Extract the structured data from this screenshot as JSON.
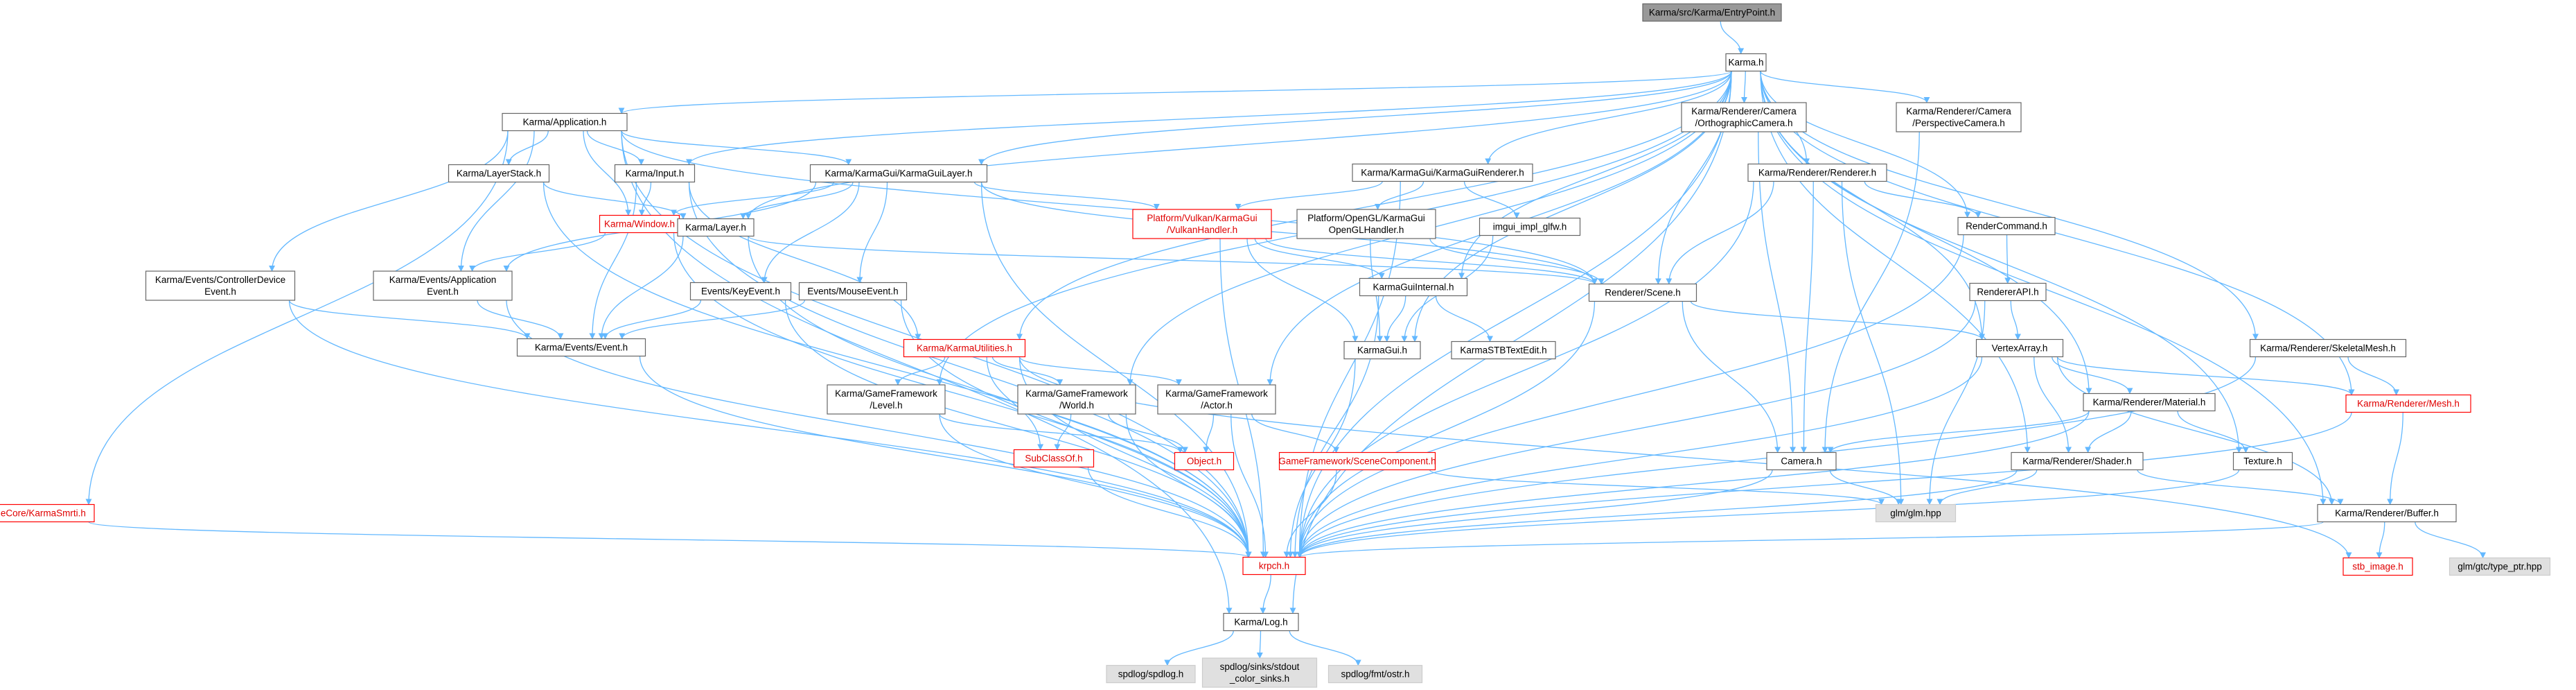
{
  "colors": {
    "edge": "#63b8ff",
    "node_border": "#666666",
    "node_fill": "#ffffff",
    "root_fill": "#999999",
    "external_fill": "#e0e0e0",
    "external_border": "#cccccc",
    "truncated_border": "#ff0000",
    "truncated_text": "#e00000"
  },
  "nodes": [
    {
      "id": "entry",
      "kind": "root",
      "lines": [
        "Karma/src/Karma/EntryPoint.h"
      ]
    },
    {
      "id": "karma",
      "kind": "normal",
      "lines": [
        "Karma.h"
      ]
    },
    {
      "id": "app",
      "kind": "normal",
      "lines": [
        "Karma/Application.h"
      ]
    },
    {
      "id": "camOrtho",
      "kind": "normal",
      "lines": [
        "Karma/Renderer/Camera",
        "/OrthographicCamera.h"
      ]
    },
    {
      "id": "camPersp",
      "kind": "normal",
      "lines": [
        "Karma/Renderer/Camera",
        "/PerspectiveCamera.h"
      ]
    },
    {
      "id": "layerStack",
      "kind": "normal",
      "lines": [
        "Karma/LayerStack.h"
      ]
    },
    {
      "id": "input",
      "kind": "normal",
      "lines": [
        "Karma/Input.h"
      ]
    },
    {
      "id": "guiLayer",
      "kind": "normal",
      "lines": [
        "Karma/KarmaGui/KarmaGuiLayer.h"
      ]
    },
    {
      "id": "guiRenderer",
      "kind": "normal",
      "lines": [
        "Karma/KarmaGui/KarmaGuiRenderer.h"
      ]
    },
    {
      "id": "rendererH",
      "kind": "normal",
      "lines": [
        "Karma/Renderer/Renderer.h"
      ]
    },
    {
      "id": "window",
      "kind": "red",
      "lines": [
        "Karma/Window.h"
      ]
    },
    {
      "id": "layer",
      "kind": "normal",
      "lines": [
        "Karma/Layer.h"
      ]
    },
    {
      "id": "vulkanGui",
      "kind": "red",
      "lines": [
        "Platform/Vulkan/KarmaGui",
        "/VulkanHandler.h"
      ]
    },
    {
      "id": "openglGui",
      "kind": "normal",
      "lines": [
        "Platform/OpenGL/KarmaGui",
        "OpenGLHandler.h"
      ]
    },
    {
      "id": "imguiGlfw",
      "kind": "normal",
      "lines": [
        "imgui_impl_glfw.h"
      ]
    },
    {
      "id": "renderCmd",
      "kind": "normal",
      "lines": [
        "RenderCommand.h"
      ]
    },
    {
      "id": "ctrlEvent",
      "kind": "normal",
      "lines": [
        "Karma/Events/ControllerDevice",
        "Event.h"
      ]
    },
    {
      "id": "appEvent",
      "kind": "normal",
      "lines": [
        "Karma/Events/Application",
        "Event.h"
      ]
    },
    {
      "id": "keyEvent",
      "kind": "normal",
      "lines": [
        "Events/KeyEvent.h"
      ]
    },
    {
      "id": "mouseEvent",
      "kind": "normal",
      "lines": [
        "Events/MouseEvent.h"
      ]
    },
    {
      "id": "guiInternal",
      "kind": "normal",
      "lines": [
        "KarmaGuiInternal.h"
      ]
    },
    {
      "id": "scene",
      "kind": "normal",
      "lines": [
        "Renderer/Scene.h"
      ]
    },
    {
      "id": "rendererAPI",
      "kind": "normal",
      "lines": [
        "RendererAPI.h"
      ]
    },
    {
      "id": "event",
      "kind": "normal",
      "lines": [
        "Karma/Events/Event.h"
      ]
    },
    {
      "id": "karmaGui",
      "kind": "normal",
      "lines": [
        "KarmaGui.h"
      ]
    },
    {
      "id": "stbTextEdit",
      "kind": "normal",
      "lines": [
        "KarmaSTBTextEdit.h"
      ]
    },
    {
      "id": "vertexArray",
      "kind": "normal",
      "lines": [
        "VertexArray.h"
      ]
    },
    {
      "id": "skeletalMesh",
      "kind": "normal",
      "lines": [
        "Karma/Renderer/SkeletalMesh.h"
      ]
    },
    {
      "id": "utilities",
      "kind": "red",
      "lines": [
        "Karma/KarmaUtilities.h"
      ]
    },
    {
      "id": "mesh",
      "kind": "red",
      "lines": [
        "Karma/Renderer/Mesh.h"
      ]
    },
    {
      "id": "level",
      "kind": "normal",
      "lines": [
        "Karma/GameFramework",
        "/Level.h"
      ]
    },
    {
      "id": "world",
      "kind": "normal",
      "lines": [
        "Karma/GameFramework",
        "/World.h"
      ]
    },
    {
      "id": "actor",
      "kind": "normal",
      "lines": [
        "Karma/GameFramework",
        "/Actor.h"
      ]
    },
    {
      "id": "material",
      "kind": "normal",
      "lines": [
        "Karma/Renderer/Material.h"
      ]
    },
    {
      "id": "subclass",
      "kind": "red",
      "lines": [
        "SubClassOf.h"
      ]
    },
    {
      "id": "object",
      "kind": "red",
      "lines": [
        "Object.h"
      ]
    },
    {
      "id": "sceneComp",
      "kind": "red",
      "lines": [
        "GameFramework/SceneComponent.h"
      ]
    },
    {
      "id": "camera",
      "kind": "normal",
      "lines": [
        "Camera.h"
      ]
    },
    {
      "id": "shader",
      "kind": "normal",
      "lines": [
        "Karma/Renderer/Shader.h"
      ]
    },
    {
      "id": "texture",
      "kind": "normal",
      "lines": [
        "Texture.h"
      ]
    },
    {
      "id": "smrti",
      "kind": "red",
      "lines": [
        "Core/TrueCore/KarmaSmrti.h"
      ]
    },
    {
      "id": "glm",
      "kind": "external",
      "lines": [
        "glm/glm.hpp"
      ]
    },
    {
      "id": "buffer",
      "kind": "normal",
      "lines": [
        "Karma/Renderer/Buffer.h"
      ]
    },
    {
      "id": "krpch",
      "kind": "red",
      "lines": [
        "krpch.h"
      ]
    },
    {
      "id": "stbImage",
      "kind": "red",
      "lines": [
        "stb_image.h"
      ]
    },
    {
      "id": "glmPtr",
      "kind": "external",
      "lines": [
        "glm/gtc/type_ptr.hpp"
      ]
    },
    {
      "id": "log",
      "kind": "normal",
      "lines": [
        "Karma/Log.h"
      ]
    },
    {
      "id": "spdlog",
      "kind": "external",
      "lines": [
        "spdlog/spdlog.h"
      ]
    },
    {
      "id": "stdoutSinks",
      "kind": "external",
      "lines": [
        "spdlog/sinks/stdout",
        "_color_sinks.h"
      ]
    },
    {
      "id": "fmtOstr",
      "kind": "external",
      "lines": [
        "spdlog/fmt/ostr.h"
      ]
    }
  ],
  "edges": [
    [
      "entry",
      "karma"
    ],
    [
      "karma",
      "app"
    ],
    [
      "karma",
      "camOrtho"
    ],
    [
      "karma",
      "camPersp"
    ],
    [
      "karma",
      "input"
    ],
    [
      "karma",
      "guiLayer"
    ],
    [
      "karma",
      "guiRenderer"
    ],
    [
      "karma",
      "rendererH"
    ],
    [
      "karma",
      "layer"
    ],
    [
      "karma",
      "renderCmd"
    ],
    [
      "karma",
      "scene"
    ],
    [
      "karma",
      "karmaGui"
    ],
    [
      "karma",
      "guiInternal"
    ],
    [
      "karma",
      "vertexArray"
    ],
    [
      "karma",
      "skeletalMesh"
    ],
    [
      "karma",
      "utilities"
    ],
    [
      "karma",
      "mesh"
    ],
    [
      "karma",
      "level"
    ],
    [
      "karma",
      "world"
    ],
    [
      "karma",
      "actor"
    ],
    [
      "karma",
      "material"
    ],
    [
      "karma",
      "shader"
    ],
    [
      "karma",
      "texture"
    ],
    [
      "karma",
      "buffer"
    ],
    [
      "karma",
      "krpch"
    ],
    [
      "karma",
      "log"
    ],
    [
      "app",
      "layerStack"
    ],
    [
      "app",
      "input"
    ],
    [
      "app",
      "guiLayer"
    ],
    [
      "app",
      "window"
    ],
    [
      "app",
      "appEvent"
    ],
    [
      "app",
      "ctrlEvent"
    ],
    [
      "app",
      "smrti"
    ],
    [
      "app",
      "scene"
    ],
    [
      "app",
      "krpch"
    ],
    [
      "app",
      "log"
    ],
    [
      "layerStack",
      "layer"
    ],
    [
      "layerStack",
      "krpch"
    ],
    [
      "input",
      "window"
    ],
    [
      "input",
      "event"
    ],
    [
      "input",
      "utilities"
    ],
    [
      "input",
      "krpch"
    ],
    [
      "guiLayer",
      "layer"
    ],
    [
      "guiLayer",
      "vulkanGui"
    ],
    [
      "guiLayer",
      "appEvent"
    ],
    [
      "guiLayer",
      "keyEvent"
    ],
    [
      "guiLayer",
      "mouseEvent"
    ],
    [
      "guiLayer",
      "window"
    ],
    [
      "guiLayer",
      "scene"
    ],
    [
      "guiLayer",
      "krpch"
    ],
    [
      "guiRenderer",
      "vulkanGui"
    ],
    [
      "guiRenderer",
      "openglGui"
    ],
    [
      "guiRenderer",
      "imguiGlfw"
    ],
    [
      "guiRenderer",
      "krpch"
    ],
    [
      "rendererH",
      "renderCmd"
    ],
    [
      "rendererH",
      "scene"
    ],
    [
      "rendererH",
      "camera"
    ],
    [
      "rendererH",
      "glm"
    ],
    [
      "rendererH",
      "krpch"
    ],
    [
      "camOrtho",
      "camera"
    ],
    [
      "camPersp",
      "camera"
    ],
    [
      "window",
      "appEvent"
    ],
    [
      "window",
      "krpch"
    ],
    [
      "layer",
      "event"
    ],
    [
      "layer",
      "scene"
    ],
    [
      "layer",
      "krpch"
    ],
    [
      "vulkanGui",
      "karmaGui"
    ],
    [
      "vulkanGui",
      "guiInternal"
    ],
    [
      "vulkanGui",
      "scene"
    ],
    [
      "vulkanGui",
      "krpch"
    ],
    [
      "openglGui",
      "karmaGui"
    ],
    [
      "openglGui",
      "scene"
    ],
    [
      "imguiGlfw",
      "karmaGui"
    ],
    [
      "renderCmd",
      "rendererAPI"
    ],
    [
      "renderCmd",
      "krpch"
    ],
    [
      "rendererAPI",
      "vertexArray"
    ],
    [
      "rendererAPI",
      "glm"
    ],
    [
      "rendererAPI",
      "krpch"
    ],
    [
      "ctrlEvent",
      "event"
    ],
    [
      "ctrlEvent",
      "krpch"
    ],
    [
      "appEvent",
      "event"
    ],
    [
      "appEvent",
      "krpch"
    ],
    [
      "keyEvent",
      "event"
    ],
    [
      "keyEvent",
      "krpch"
    ],
    [
      "mouseEvent",
      "event"
    ],
    [
      "mouseEvent",
      "krpch"
    ],
    [
      "event",
      "krpch"
    ],
    [
      "guiInternal",
      "karmaGui"
    ],
    [
      "guiInternal",
      "stbTextEdit"
    ],
    [
      "guiInternal",
      "krpch"
    ],
    [
      "karmaGui",
      "krpch"
    ],
    [
      "scene",
      "vertexArray"
    ],
    [
      "scene",
      "camera"
    ],
    [
      "scene",
      "krpch"
    ],
    [
      "vertexArray",
      "material"
    ],
    [
      "vertexArray",
      "mesh"
    ],
    [
      "vertexArray",
      "shader"
    ],
    [
      "vertexArray",
      "buffer"
    ],
    [
      "vertexArray",
      "krpch"
    ],
    [
      "skeletalMesh",
      "mesh"
    ],
    [
      "skeletalMesh",
      "krpch"
    ],
    [
      "mesh",
      "buffer"
    ],
    [
      "mesh",
      "krpch"
    ],
    [
      "utilities",
      "level"
    ],
    [
      "utilities",
      "world"
    ],
    [
      "utilities",
      "actor"
    ],
    [
      "utilities",
      "subclass"
    ],
    [
      "utilities",
      "stbImage"
    ],
    [
      "utilities",
      "krpch"
    ],
    [
      "level",
      "object"
    ],
    [
      "level",
      "krpch"
    ],
    [
      "world",
      "subclass"
    ],
    [
      "world",
      "object"
    ],
    [
      "world",
      "krpch"
    ],
    [
      "actor",
      "object"
    ],
    [
      "actor",
      "sceneComp"
    ],
    [
      "actor",
      "krpch"
    ],
    [
      "material",
      "camera"
    ],
    [
      "material",
      "shader"
    ],
    [
      "material",
      "texture"
    ],
    [
      "material",
      "krpch"
    ],
    [
      "subclass",
      "krpch"
    ],
    [
      "sceneComp",
      "glm"
    ],
    [
      "sceneComp",
      "krpch"
    ],
    [
      "camera",
      "glm"
    ],
    [
      "camera",
      "krpch"
    ],
    [
      "shader",
      "buffer"
    ],
    [
      "shader",
      "glm"
    ],
    [
      "shader",
      "krpch"
    ],
    [
      "texture",
      "krpch"
    ],
    [
      "smrti",
      "krpch"
    ],
    [
      "buffer",
      "stbImage"
    ],
    [
      "buffer",
      "glmPtr"
    ],
    [
      "buffer",
      "krpch"
    ],
    [
      "krpch",
      "log"
    ],
    [
      "log",
      "spdlog"
    ],
    [
      "log",
      "stdoutSinks"
    ],
    [
      "log",
      "fmtOstr"
    ]
  ]
}
